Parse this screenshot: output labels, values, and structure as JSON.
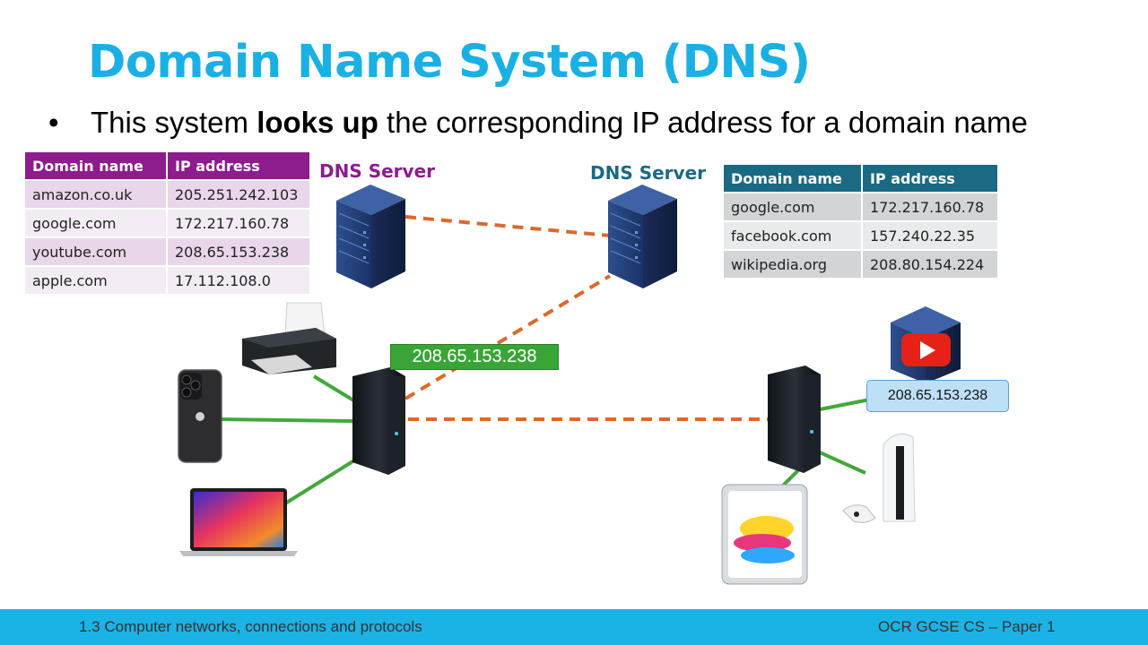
{
  "title": "Domain Name System (DNS)",
  "bullet": {
    "prefix": "This system ",
    "bold": "looks up",
    "suffix": " the corresponding IP address for a domain name"
  },
  "left_server": {
    "label": "DNS Server",
    "table": {
      "headers": [
        "Domain name",
        "IP address"
      ],
      "rows": [
        [
          "amazon.co.uk",
          "205.251.242.103"
        ],
        [
          "google.com",
          "172.217.160.78"
        ],
        [
          "youtube.com",
          "208.65.153.238"
        ],
        [
          "apple.com",
          "17.112.108.0"
        ]
      ]
    }
  },
  "right_server": {
    "label": "DNS Server",
    "table": {
      "headers": [
        "Domain name",
        "IP address"
      ],
      "rows": [
        [
          "google.com",
          "172.217.160.78"
        ],
        [
          "facebook.com",
          "157.240.22.35"
        ],
        [
          "wikipedia.org",
          "208.80.154.224"
        ]
      ]
    }
  },
  "returned_ip": "208.65.153.238",
  "web_server_ip": "208.65.153.238",
  "footer": {
    "left": "1.3 Computer networks, connections and protocols",
    "right": "OCR GCSE CS – Paper 1"
  },
  "colors": {
    "title": "#1bb0e3",
    "left_table_header": "#8d1c8d",
    "right_table_header": "#1a6a84",
    "wan_link": "#d9692e",
    "lan_link": "#43a83a",
    "footer_bar": "#1bb3e5"
  }
}
